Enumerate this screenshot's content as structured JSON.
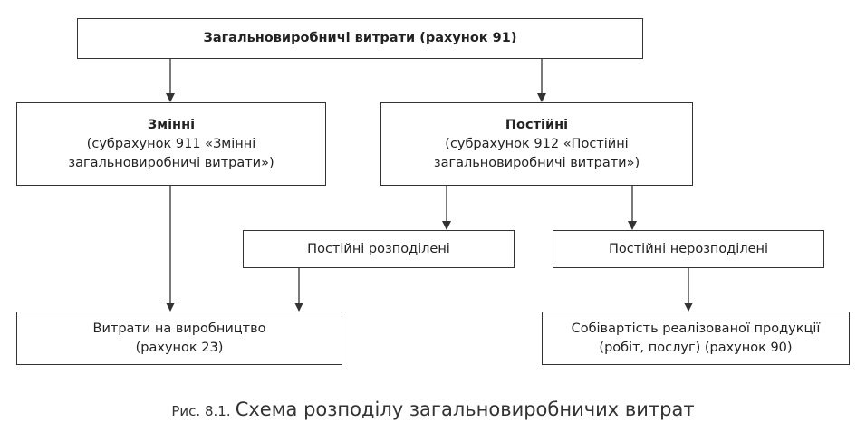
{
  "root": {
    "title": "Загальновиробничі витрати (рахунок 91)"
  },
  "variable": {
    "title": "Змінні",
    "line1": "(субрахунок 911 «Змінні",
    "line2": "загальновиробничі витрати»)"
  },
  "fixed": {
    "title": "Постійні",
    "line1": "(субрахунок 912 «Постійні",
    "line2": "загальновиробничі витрати»)"
  },
  "fixed_allocated": {
    "title": "Постійні розподілені"
  },
  "fixed_unallocated": {
    "title": "Постійні нерозподілені"
  },
  "production_costs": {
    "line1": "Витрати на виробництво",
    "line2": "(рахунок 23)"
  },
  "cost_of_sales": {
    "line1": "Собівартість реалізованої продукції",
    "line2": "(робіт, послуг) (рахунок 90)"
  },
  "caption": {
    "number": "Рис. 8.1.",
    "title": "Схема розподілу загальновиробничих витрат"
  }
}
